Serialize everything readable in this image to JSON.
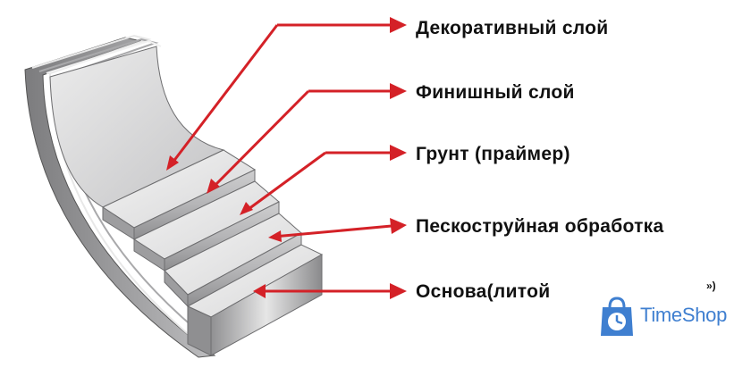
{
  "layers": [
    {
      "label": "Декоративный слой"
    },
    {
      "label": "Финишный слой"
    },
    {
      "label": "Грунт (праймер)"
    },
    {
      "label": "Пескоструйная обработка"
    },
    {
      "label": "Основа(литой"
    }
  ],
  "hidden_tail": "»)",
  "logo": {
    "text": "TimeShop",
    "icon": "shopping-bag-clock-icon",
    "color": "#3f7fd0"
  },
  "colors": {
    "arrow": "#d42127",
    "label": "#111111"
  }
}
